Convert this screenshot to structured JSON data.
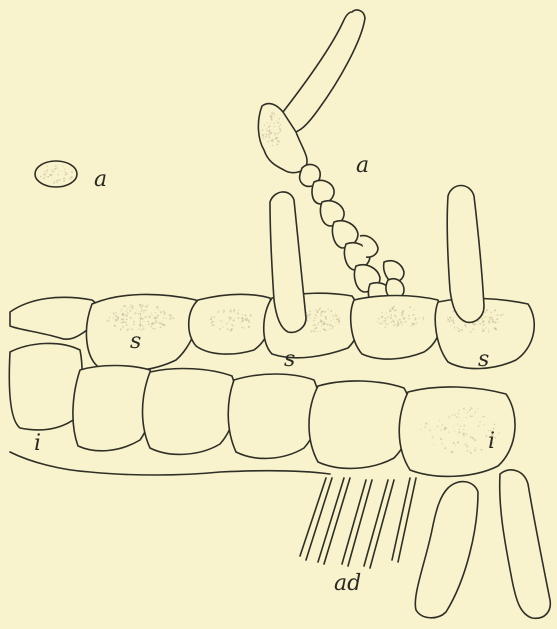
{
  "labels": {
    "a_isolated": "a",
    "a_spine": "a",
    "s_left": "s",
    "s_middle": "s",
    "s_right": "s",
    "i_left": "i",
    "i_right": "i",
    "ad": "ad"
  },
  "colors": {
    "paper": "#f8f3cd",
    "ink": "#2f2f26"
  }
}
